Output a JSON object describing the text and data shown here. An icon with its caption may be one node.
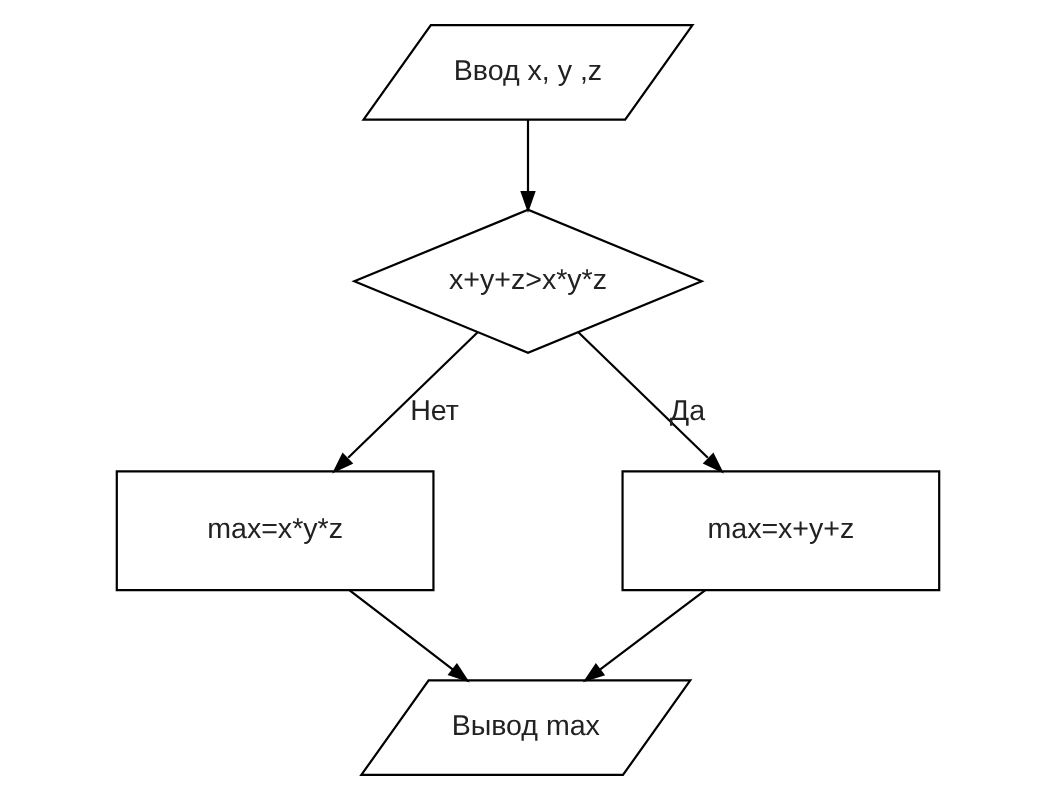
{
  "diagram": {
    "nodes": [
      {
        "text": [
          "Ввод x, y ,z"
        ]
      },
      {
        "text": [
          "x+y+z>x*y*z"
        ]
      },
      {
        "text": [
          "max=x*y*z"
        ]
      },
      {
        "text": [
          "max=x+y+z"
        ]
      },
      {
        "text": [
          "Вывод max"
        ]
      }
    ],
    "edges": [
      {
        "from": 0,
        "to": 1,
        "arrow": "to"
      },
      {
        "from": 1,
        "to": 2,
        "arrow": "to",
        "label": "Нет"
      },
      {
        "from": 1,
        "to": 3,
        "arrow": "to",
        "label": "Да"
      },
      {
        "from": 2,
        "to": 4,
        "arrow": "to"
      },
      {
        "from": 3,
        "to": 4,
        "arrow": "to"
      }
    ]
  }
}
